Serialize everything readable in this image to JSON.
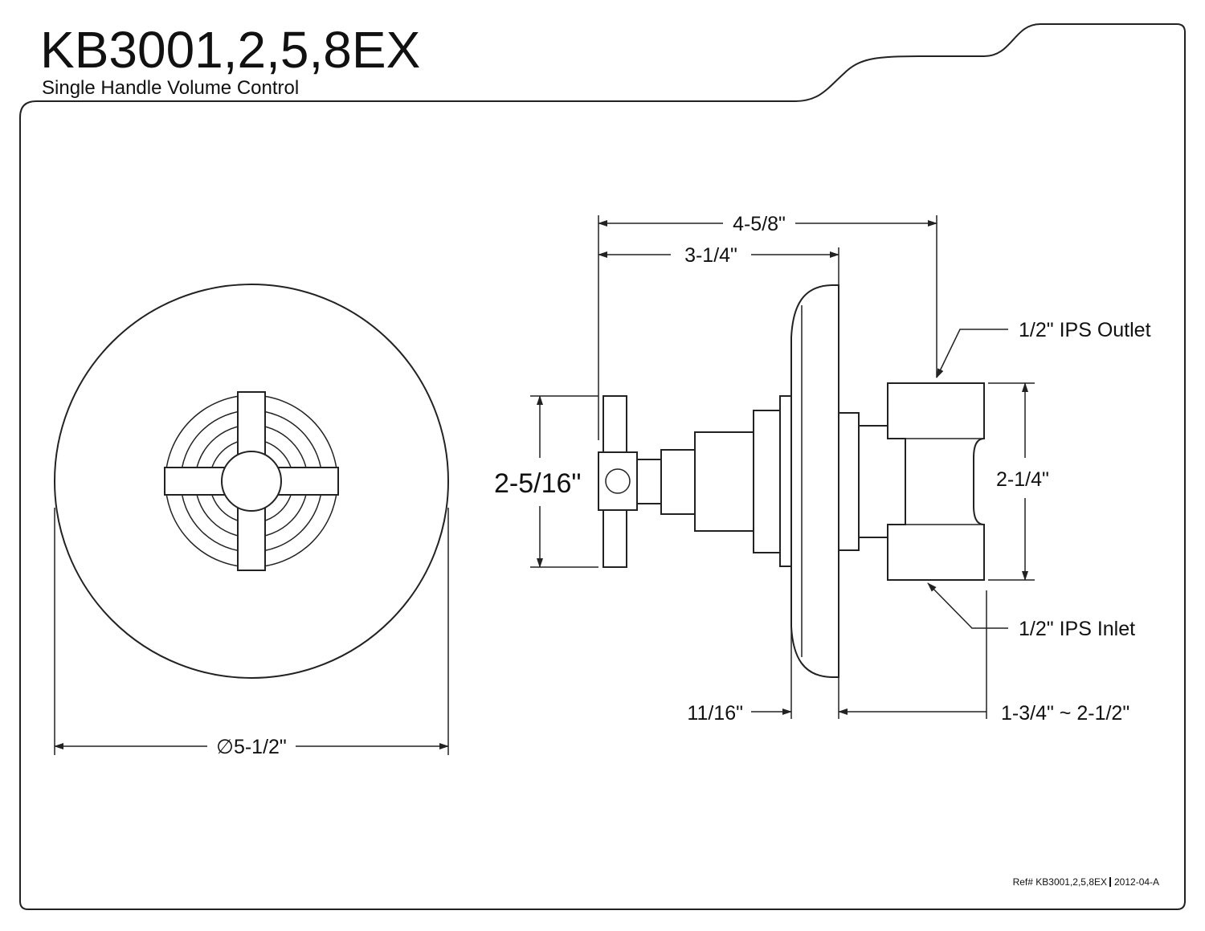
{
  "header": {
    "model": "KB3001,2,5,8EX",
    "subtitle": "Single Handle Volume Control"
  },
  "dimensions": {
    "overall_depth": "4-5/8\"",
    "handle_to_flange": "3-1/4\"",
    "handle_height": "2-5/16\"",
    "body_height": "2-1/4\"",
    "flange_thickness": "11/16\"",
    "rough_in_range": "1-3/4\" ~ 2-1/2\"",
    "flange_diameter": "∅5-1/2\""
  },
  "callouts": {
    "outlet": "1/2\" IPS Outlet",
    "inlet": "1/2\" IPS Inlet"
  },
  "footer": {
    "ref": "Ref# KB3001,2,5,8EX",
    "revision": "2012-04-A"
  }
}
